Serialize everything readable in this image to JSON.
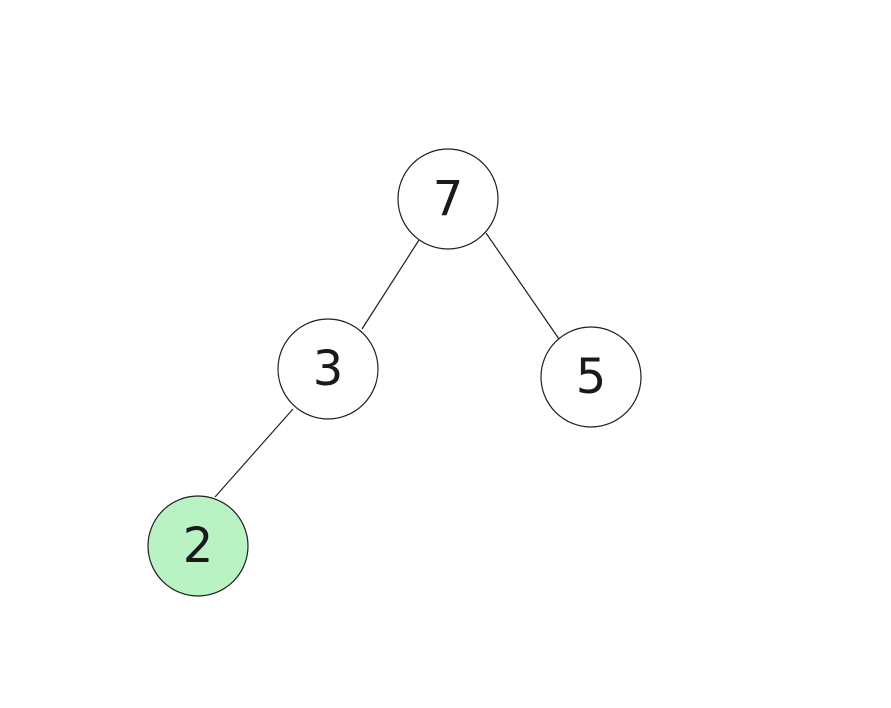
{
  "tree": {
    "nodes": [
      {
        "id": "n7",
        "label": "7",
        "highlighted": false
      },
      {
        "id": "n3",
        "label": "3",
        "highlighted": false
      },
      {
        "id": "n5",
        "label": "5",
        "highlighted": false
      },
      {
        "id": "n2",
        "label": "2",
        "highlighted": true
      }
    ],
    "edges": [
      {
        "from": "n7",
        "to": "n3"
      },
      {
        "from": "n7",
        "to": "n5"
      },
      {
        "from": "n3",
        "to": "n2"
      }
    ]
  },
  "colors": {
    "node_fill": "#ffffff",
    "highlight_fill": "#b9f3c4",
    "stroke": "#1f1f1f",
    "text": "#1a1a1a"
  }
}
